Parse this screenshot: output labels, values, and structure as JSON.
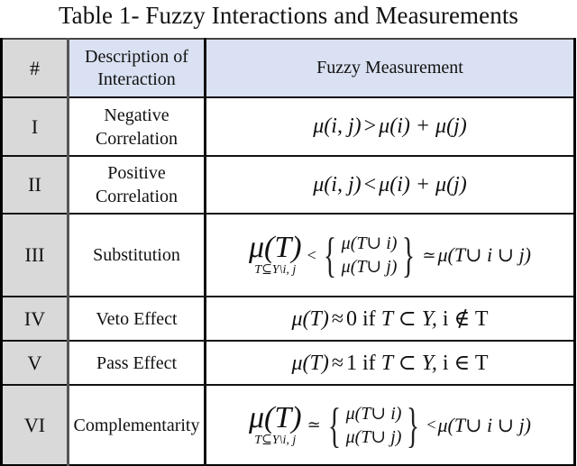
{
  "title": "Table 1- Fuzzy Interactions and Measurements",
  "table": {
    "headers": {
      "num": "#",
      "description": "Description of Interaction",
      "measurement": "Fuzzy Measurement"
    },
    "rows": [
      {
        "num": "I",
        "description": "Negative Correlation",
        "formula": "μ(i, j) > μ(i) + μ(j)",
        "formula_parts": {
          "lhs": "μ(i, j)",
          "rel": ">",
          "rhs": "μ(i) + μ(j)"
        }
      },
      {
        "num": "II",
        "description": "Positive Correlation",
        "formula": "μ(i, j) < μ(i) + μ(j)",
        "formula_parts": {
          "lhs": "μ(i, j)",
          "rel": "<",
          "rhs": "μ(i) + μ(j)"
        }
      },
      {
        "num": "III",
        "description": "Substitution",
        "formula": "μ(T)_{T⊆Y\\i,j} < { μ(T∪i) ; μ(T∪j) } ≃ μ(T∪i∪j)",
        "formula_parts": {
          "lhs": "μ(T)",
          "sub": "T⊆Y\\i, j",
          "rel1": "<",
          "case1": "μ(T∪ i)",
          "case2": "μ(T∪ j)",
          "rel2": "≃",
          "rhs": "μ(T∪ i ∪ j)"
        }
      },
      {
        "num": "IV",
        "description": "Veto Effect",
        "formula": "μ(T) ≈ 0 if T ⊂ Y, i ∉ T",
        "formula_parts": {
          "lhs": "μ(T)",
          "rel": "≈",
          "value": "0",
          "cond": "if",
          "set": "T ⊂ Y,",
          "member": "i ∉ T"
        }
      },
      {
        "num": "V",
        "description": "Pass Effect",
        "formula": "μ(T) ≈ 1 if T ⊂ Y, i ∈ T",
        "formula_parts": {
          "lhs": "μ(T)",
          "rel": "≈",
          "value": "1",
          "cond": "if",
          "set": "T ⊂ Y,",
          "member": "i ∈ T"
        }
      },
      {
        "num": "VI",
        "description": "Complementarity",
        "formula": "μ(T)_{T⊆Y\\i,j} ≃ { μ(T∪i) ; μ(T∪j) } < μ(T∪i∪j)",
        "formula_parts": {
          "lhs": "μ(T)",
          "sub": "T⊆Y\\i, j",
          "rel1": "≃",
          "case1": "μ(T∪ i)",
          "case2": "μ(T∪ j)",
          "rel2": "<",
          "rhs": "μ(T∪ i ∪ j)"
        }
      }
    ]
  },
  "colors": {
    "header_bg": "#d9e1f2",
    "num_col_bg": "#d9d9d9",
    "border": "#000000"
  }
}
